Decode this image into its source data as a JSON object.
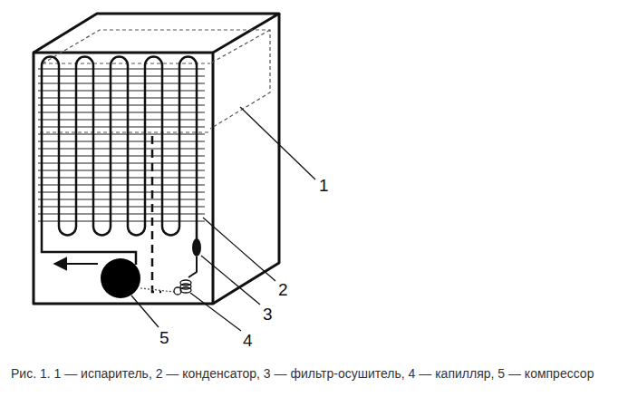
{
  "diagram": {
    "caption": "Рис. 1. 1 — испаритель, 2 — конденсатор, 3 — фильтр-осушитель, 4 — капилляр, 5 — компрессор",
    "labels": [
      "1",
      "2",
      "3",
      "4",
      "5"
    ]
  }
}
